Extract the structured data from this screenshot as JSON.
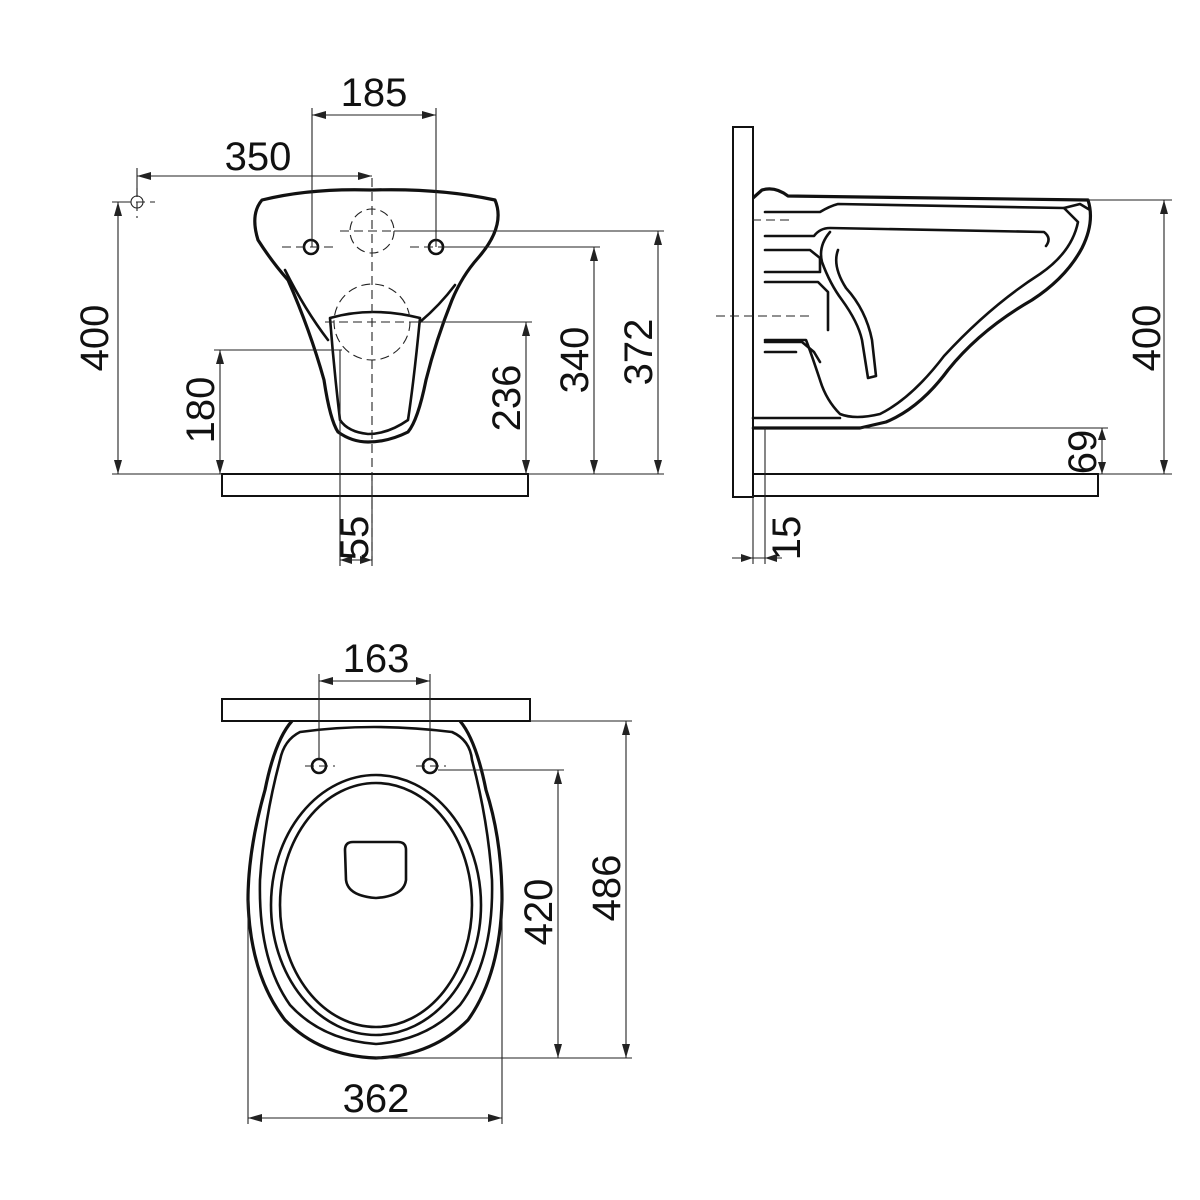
{
  "front_view": {
    "dim_185": "185",
    "dim_350": "350",
    "dim_400": "400",
    "dim_180": "180",
    "dim_236": "236",
    "dim_340": "340",
    "dim_372": "372",
    "dim_55": "55"
  },
  "side_view": {
    "dim_400": "400",
    "dim_69": "69",
    "dim_15": "15"
  },
  "top_view": {
    "dim_163": "163",
    "dim_420": "420",
    "dim_486": "486",
    "dim_362": "362"
  }
}
